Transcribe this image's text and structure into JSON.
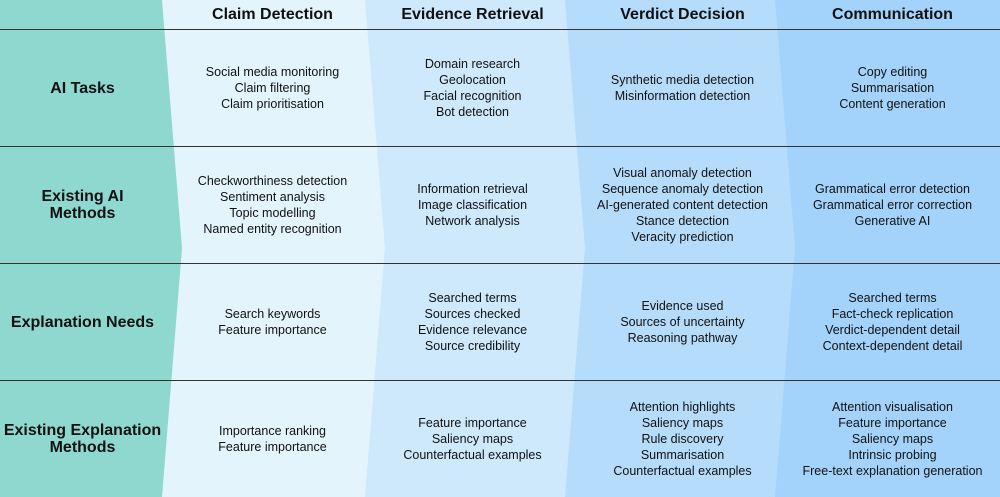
{
  "columns": [
    "Claim Detection",
    "Evidence Retrieval",
    "Verdict Decision",
    "Communication"
  ],
  "rows": [
    {
      "label": [
        "AI Tasks"
      ],
      "cells": [
        [
          "Social media monitoring",
          "Claim filtering",
          "Claim prioritisation"
        ],
        [
          "Domain research",
          "Geolocation",
          "Facial recognition",
          "Bot detection"
        ],
        [
          "Synthetic media detection",
          "Misinformation detection"
        ],
        [
          "Copy editing",
          "Summarisation",
          "Content generation"
        ]
      ]
    },
    {
      "label": [
        "Existing AI",
        "Methods"
      ],
      "cells": [
        [
          "Checkworthiness detection",
          "Sentiment analysis",
          "Topic modelling",
          "Named entity recognition"
        ],
        [
          "Information retrieval",
          "Image classification",
          "Network analysis"
        ],
        [
          "Visual anomaly detection",
          "Sequence anomaly detection",
          "AI-generated content detection",
          "Stance detection",
          "Veracity prediction"
        ],
        [
          "Grammatical error detection",
          "Grammatical error correction",
          "Generative AI"
        ]
      ]
    },
    {
      "label": [
        "Explanation Needs"
      ],
      "cells": [
        [
          "Search keywords",
          "Feature importance"
        ],
        [
          "Searched terms",
          "Sources checked",
          "Evidence relevance",
          "Source credibility"
        ],
        [
          "Evidence used",
          "Sources of uncertainty",
          "Reasoning pathway"
        ],
        [
          "Searched terms",
          "Fact-check replication",
          "Verdict-dependent detail",
          "Context-dependent detail"
        ]
      ]
    },
    {
      "label": [
        "Existing Explanation",
        "Methods"
      ],
      "cells": [
        [
          "Importance ranking",
          "Feature importance"
        ],
        [
          "Feature importance",
          "Saliency maps",
          "Counterfactual examples"
        ],
        [
          "Attention highlights",
          "Saliency maps",
          "Rule discovery",
          "Summarisation",
          "Counterfactual examples"
        ],
        [
          "Attention visualisation",
          "Feature importance",
          "Saliency maps",
          "Intrinsic probing",
          "Free-text explanation generation"
        ]
      ]
    }
  ],
  "colors": {
    "label_band": "#8fd8d0",
    "col1": "#e3f4fd",
    "col2": "#cde9fb",
    "col3": "#b5dcfa",
    "col4": "#a3d3fa",
    "divider": "#333333"
  }
}
